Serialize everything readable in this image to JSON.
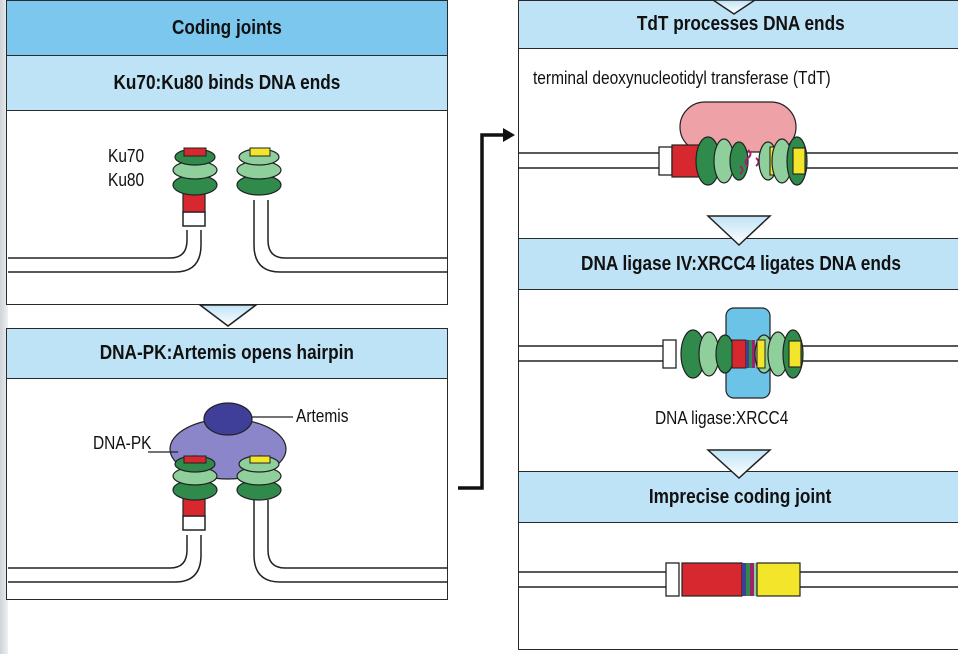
{
  "left_column": {
    "title": "Coding joints",
    "step1": "Ku70:Ku80 binds DNA ends",
    "step2": "DNA-PK:Artemis opens hairpin",
    "labels": {
      "ku70": "Ku70",
      "ku80": "Ku80",
      "dnapk": "DNA-PK",
      "artemis": "Artemis"
    }
  },
  "right_column": {
    "step3": "TdT processes DNA ends",
    "tdt_label": "terminal deoxynucleotidyl transferase (TdT)",
    "step4": "DNA ligase IV:XRCC4 ligates DNA ends",
    "ligase_label": "DNA ligase:XRCC4",
    "step5": "Imprecise coding joint"
  },
  "colors": {
    "header_light": "#bfe3f6",
    "header_dark": "#7cc7ee",
    "ku_dark": "#2f8a4c",
    "ku_light": "#8fcf9c",
    "red_segment": "#d7282f",
    "yellow_segment": "#f3e62a",
    "dnapk": "#8b86c9",
    "artemis": "#3f3f99",
    "tdt": "#efa1a8",
    "ligase": "#6cc3e8",
    "nucleotide": "#a0226e"
  }
}
